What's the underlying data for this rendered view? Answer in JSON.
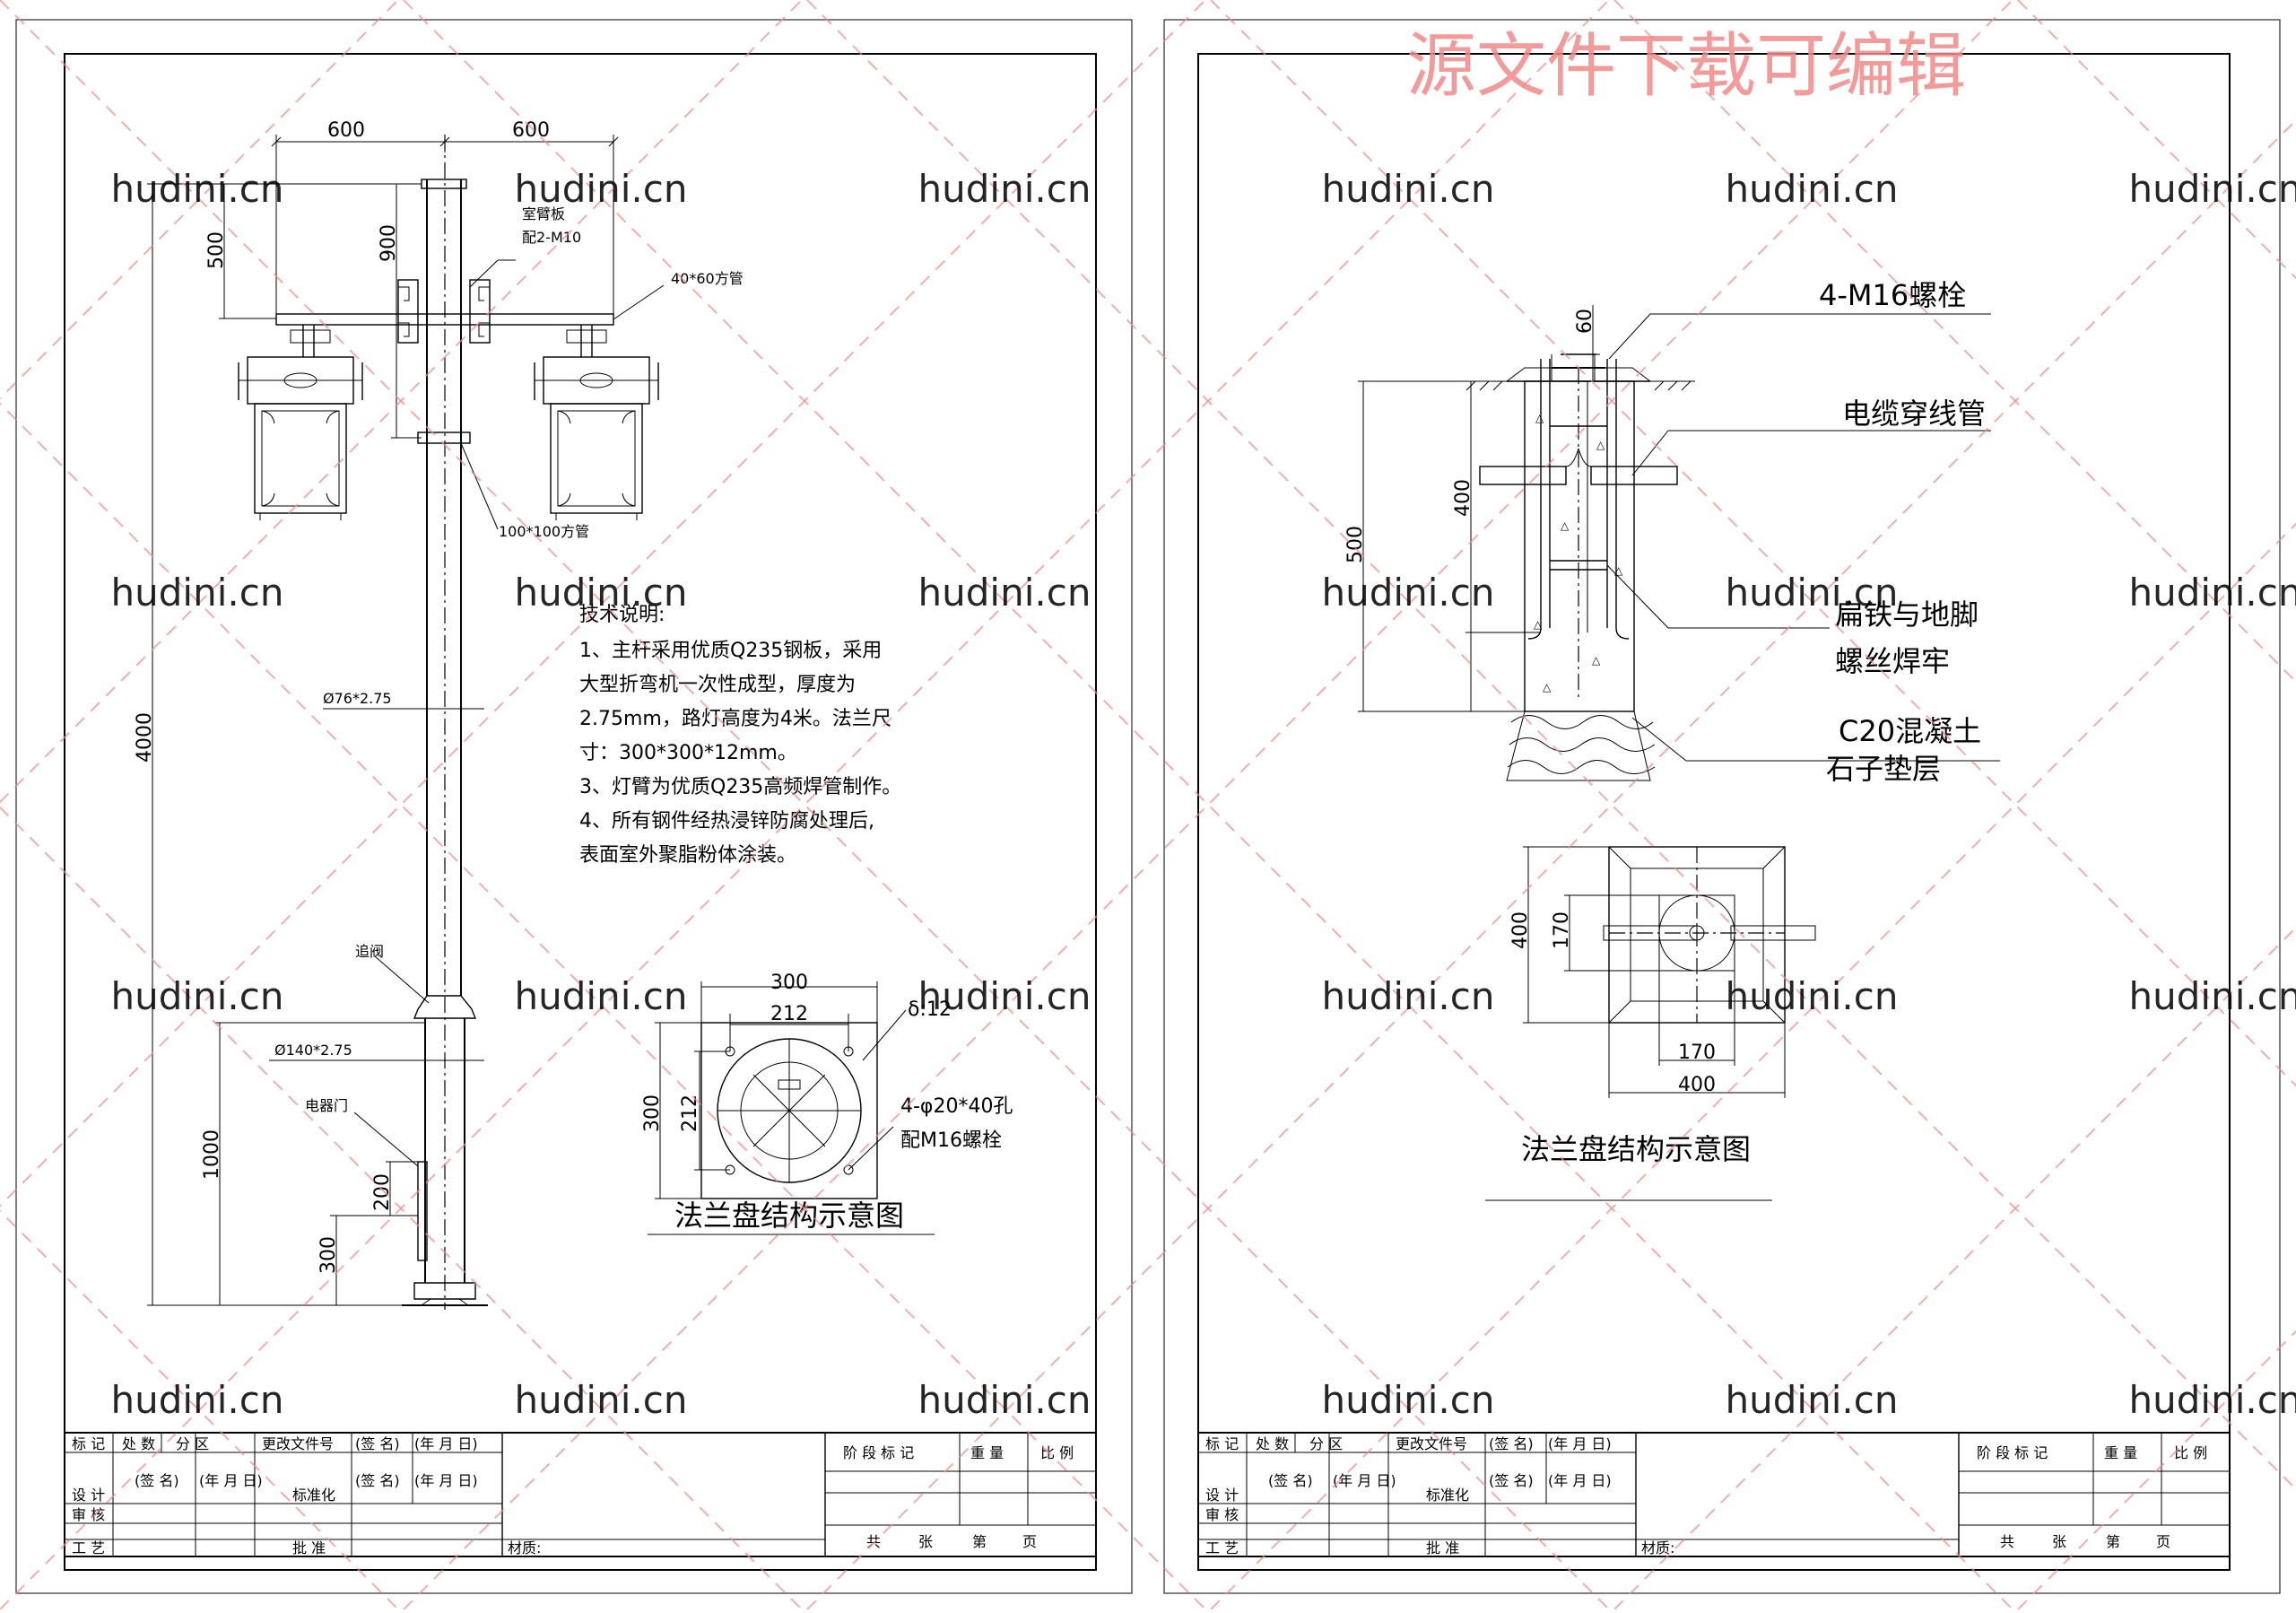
{
  "sheet_left": {
    "dims_top": [
      "600",
      "600"
    ],
    "dims_arm": [
      "500",
      "900"
    ],
    "arm_plate_label": [
      "室臂板",
      "配2-M10"
    ],
    "arm_tube_label": "40*60方管",
    "lamp_tube_label": "100*100方管",
    "pole_upper_label": "Ø76*2.75",
    "pole_lower_label": "Ø140*2.75",
    "height_dim": "4000",
    "lower_height_dim": "1000",
    "door_dims": [
      "200",
      "300"
    ],
    "collar_label": "追阀",
    "door_label": "电器门",
    "notes_title": "技术说明:",
    "notes": [
      "1、主杆采用优质Q235钢板，采用",
      "大型折弯机一次性成型，厚度为",
      "2.75mm，路灯高度为4米。法兰尺",
      "寸：300*300*12mm。",
      "3、灯臂为优质Q235高频焊管制作。",
      "4、所有钢件经热浸锌防腐处理后,",
      "表面室外聚脂粉体涂装。"
    ],
    "flange_dims": [
      "300",
      "212",
      "300",
      "212"
    ],
    "flange_thickness": "δ:12",
    "flange_holes": [
      "4-φ20*40孔",
      "配M16螺栓"
    ],
    "flange_title": "法兰盘结构示意图"
  },
  "sheet_right": {
    "top_watermark": "源文件下载可编辑",
    "bolt_label": "4-M16螺栓",
    "cable_label": "电缆穿线管",
    "weld_label": [
      "扁铁与地脚",
      "螺丝焊牢"
    ],
    "concrete_label": "C20混凝土",
    "gravel_label": "石子垫层",
    "dims_vertical": [
      "60",
      "400",
      "500"
    ],
    "plan_dims": [
      "400",
      "170",
      "170",
      "400"
    ],
    "flange_title": "法兰盘结构示意图"
  },
  "watermark": "hudini.cn",
  "title_block": {
    "row1": [
      "标 记",
      "处 数",
      "分 区",
      "更改文件号",
      "(签 名)",
      "(年 月 日)"
    ],
    "row2": [
      "设 计",
      "(签 名)",
      "(年 月 日)",
      "标准化",
      "(签 名)",
      "(年 月 日)"
    ],
    "row3": [
      "审 核"
    ],
    "row4": [
      "工 艺",
      "批 准"
    ],
    "material": "材质:",
    "right_header": [
      "阶 段 标 记",
      "重 量",
      "比 例"
    ],
    "sheet_info": [
      "共",
      "张",
      "第",
      "页"
    ]
  },
  "colors": {
    "watermark": "#f08a8a",
    "line": "#000000"
  }
}
